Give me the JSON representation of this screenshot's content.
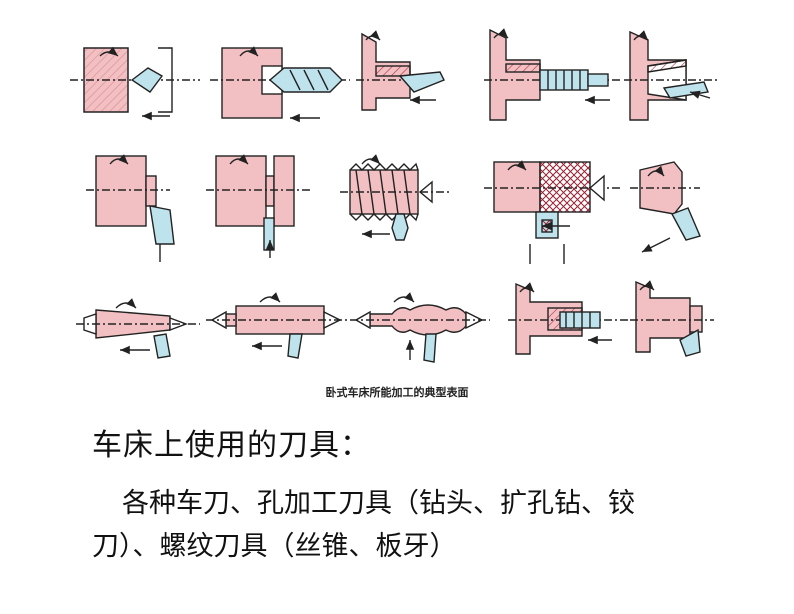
{
  "figure": {
    "caption": "卧式车床所能加工的典型表面",
    "colors": {
      "workpiece": "#f2c0c2",
      "tool": "#bfe3ec",
      "line": "#222222",
      "hatch": "#b03040",
      "knurl": "#9b2030"
    },
    "panels": [
      {
        "name": "end-facing"
      },
      {
        "name": "drilling"
      },
      {
        "name": "boring"
      },
      {
        "name": "reaming"
      },
      {
        "name": "taper-boring"
      },
      {
        "name": "outer-turning"
      },
      {
        "name": "grooving"
      },
      {
        "name": "threading"
      },
      {
        "name": "knurling"
      },
      {
        "name": "chamfering"
      },
      {
        "name": "taper-turning"
      },
      {
        "name": "between-centers-turning"
      },
      {
        "name": "form-turning"
      },
      {
        "name": "tapping"
      },
      {
        "name": "parting"
      }
    ]
  },
  "heading": "车床上使用的刀具：",
  "body": {
    "line1": "各种车刀、孔加工刀具（钻头、扩孔钻、铰",
    "line2": "刀）、螺纹刀具（丝锥、板牙）"
  }
}
